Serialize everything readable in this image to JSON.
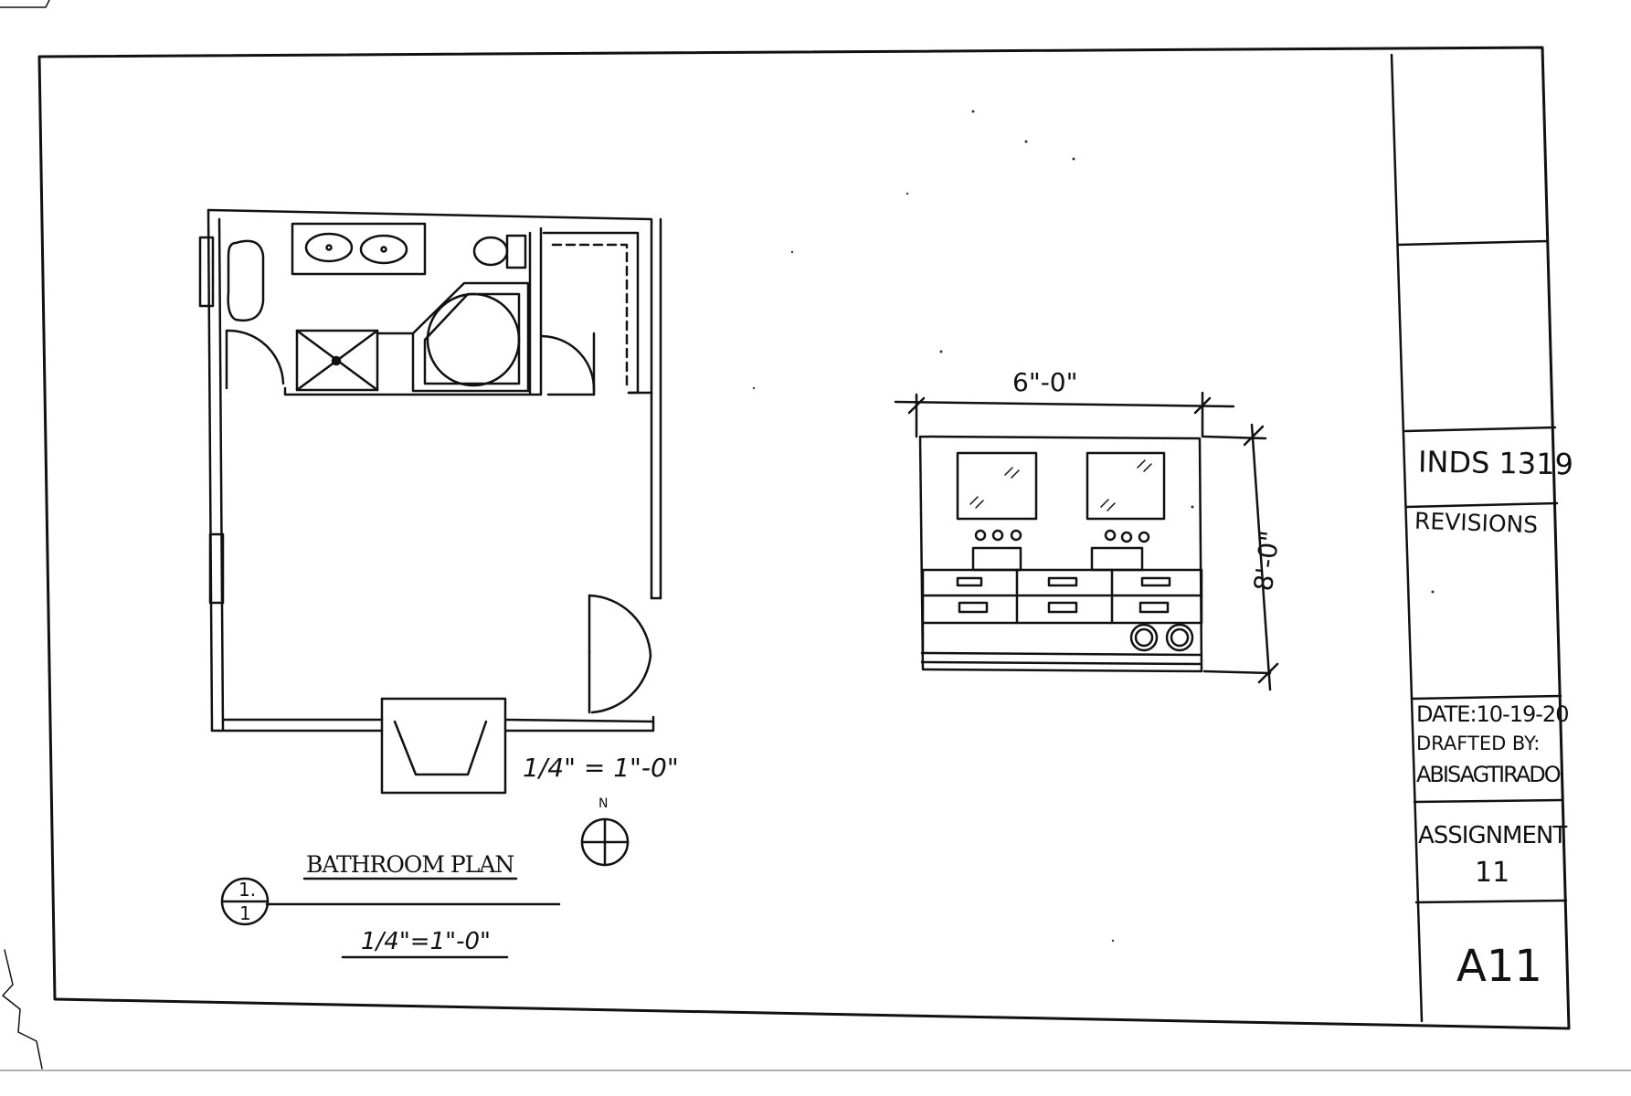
{
  "title_block": {
    "course": "INDS 1319",
    "revisions_label": "REVISIONS",
    "date": "DATE:10-19-20",
    "drafted_by_label": "DRAFTED BY:",
    "drafter": "ABISAGTIRADO",
    "assignment_label": "ASSIGNMENT",
    "assignment_number": "11",
    "sheet_number": "A11"
  },
  "plan": {
    "scale_note": "1/4\" = 1\"-0\"",
    "title": "BATHROOM PLAN",
    "title_scale": "1/4\"=1\"-0\"",
    "callout_top": "1.",
    "callout_bottom": "1",
    "north_label": "N"
  },
  "elevation": {
    "width_dim": "6\"-0\"",
    "height_dim": "8'-0\""
  }
}
